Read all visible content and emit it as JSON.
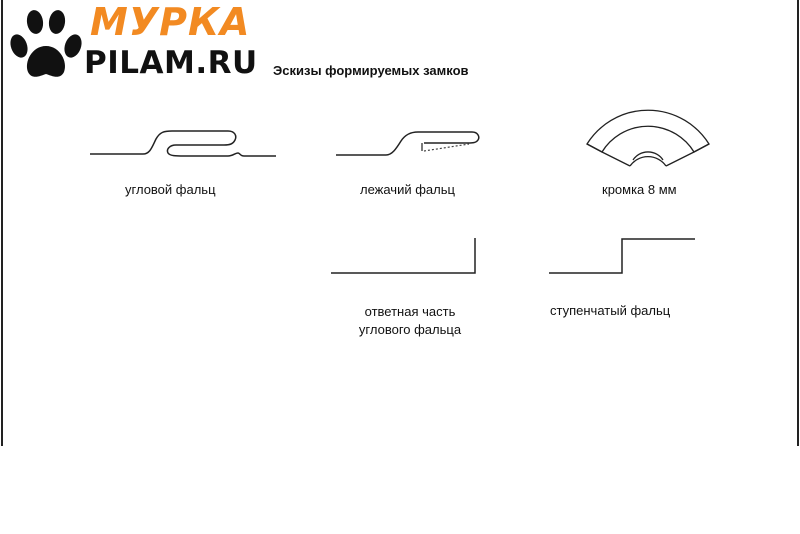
{
  "logo": {
    "top_text": "МУРКА",
    "bottom_text": "PILAM.RU",
    "icon": "paw-icon",
    "top_color": "#f28a22",
    "bottom_color": "#111111"
  },
  "title": "Эскизы формируемых замков",
  "sketches": {
    "corner_seam": "угловой фальц",
    "flat_seam": "лежачий фальц",
    "edge": "кромка 8 мм",
    "counter_part_line1": "ответная часть",
    "counter_part_line2": "углового фальца",
    "step_seam": "ступенчатый фальц"
  }
}
